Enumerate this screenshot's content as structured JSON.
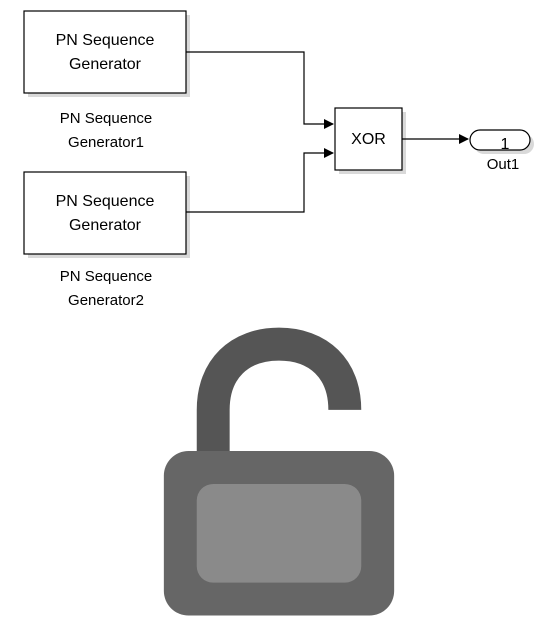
{
  "blocks": {
    "pn1": {
      "text": [
        "PN Sequence",
        "Generator"
      ],
      "label": [
        "PN Sequence",
        "Generator1"
      ]
    },
    "pn2": {
      "text": [
        "PN Sequence",
        "Generator"
      ],
      "label": [
        "PN Sequence",
        "Generator2"
      ]
    },
    "xor": {
      "text": "XOR"
    },
    "out1": {
      "port_number": "1",
      "label": "Out1"
    }
  },
  "colors": {
    "line": "#000000",
    "block_fill": "#ffffff",
    "shadow": "#d9d9d9"
  },
  "icons": {
    "lock": "lock-icon"
  }
}
